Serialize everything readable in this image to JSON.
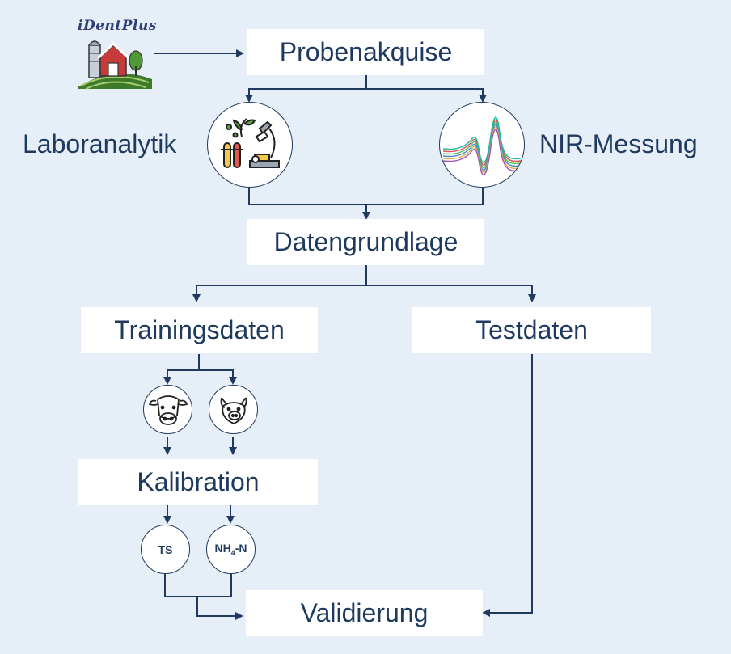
{
  "logo": {
    "text": "iDentPlus"
  },
  "nodes": {
    "probenakquise": "Probenakquise",
    "laboranalytik": "Laboranalytik",
    "nir_messung": "NIR-Messung",
    "datengrundlage": "Datengrundlage",
    "trainingsdaten": "Trainingsdaten",
    "testdaten": "Testdaten",
    "kalibration": "Kalibration",
    "validierung": "Validierung",
    "ts": "TS",
    "nh4n_prefix": "NH",
    "nh4n_sub": "4",
    "nh4n_suffix": "-N"
  },
  "icons": {
    "farm": "farm-icon",
    "lab": "microscope-lab-icon",
    "nir": "nir-spectrum-icon",
    "cow": "cow-icon",
    "pig": "pig-icon"
  },
  "colors": {
    "background": "#e6eef8",
    "box": "#ffffff",
    "line": "#1f3a5f",
    "text": "#1f3a5f"
  }
}
